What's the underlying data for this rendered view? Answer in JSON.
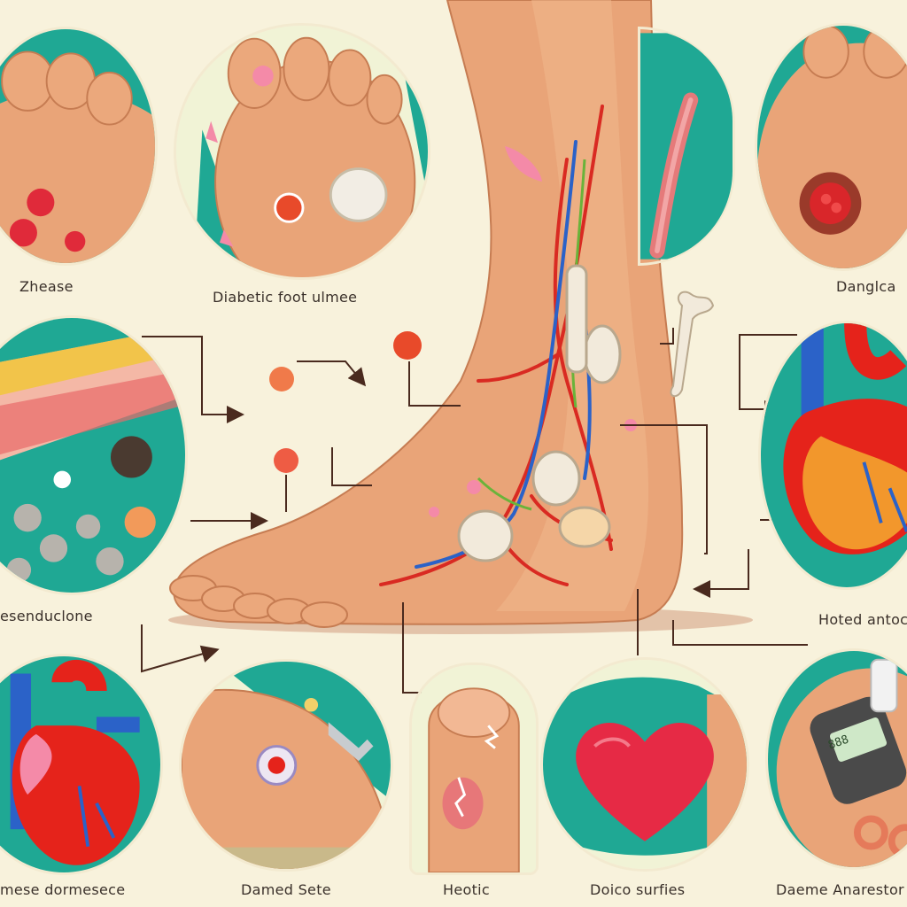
{
  "labels": {
    "top_left": "Zhease",
    "top_center": "Diabetic foot ulmee",
    "top_right": "Danglca",
    "mid_left": "esenduclone",
    "mid_right": "Hoted antoc",
    "bottom_1": "mese dormesece",
    "bottom_2": "Damed Sete",
    "bottom_3": "Heotic",
    "bottom_4": "Doico surfies",
    "bottom_5": "Daeme Anarestor"
  },
  "device": {
    "screen_text": "888"
  },
  "colors": {
    "background": "#f8f2dc",
    "teal": "#1fa894",
    "skin": "#e9a478",
    "artery": "#d92a22",
    "vein": "#2b62c8",
    "connector": "#4a2a1e"
  }
}
